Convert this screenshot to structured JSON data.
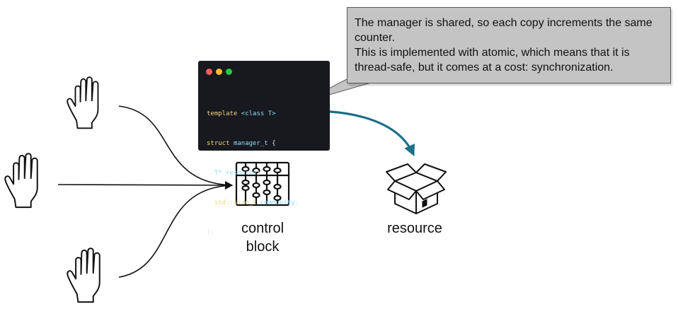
{
  "callout": {
    "lines": [
      "The manager is shared, so each copy increments the same counter.",
      "This is implemented with atomic, which means that it is thread-safe, but it comes at a cost: synchronization."
    ]
  },
  "code": {
    "line1": {
      "a": "template ",
      "b": "<class T>"
    },
    "line2": {
      "a": "struct ",
      "b": "manager_t",
      "c": " {"
    },
    "line3": {
      "a": "  T* resource",
      "b": ";"
    },
    "line4": {
      "a": "  std::size_t ",
      "b": "community",
      "c": ";"
    },
    "line5": "};"
  },
  "labels": {
    "control_line1": "control",
    "control_line2": "block",
    "resource": "resource"
  },
  "colors": {
    "arrow_teal": "#1c6f86",
    "code_bg": "#17191e",
    "callout_bg": "#c4c4c4"
  },
  "icons": {
    "hands": [
      "hand-icon",
      "hand-icon",
      "hand-icon"
    ],
    "control_block": "abacus-icon",
    "resource": "open-box-icon"
  }
}
